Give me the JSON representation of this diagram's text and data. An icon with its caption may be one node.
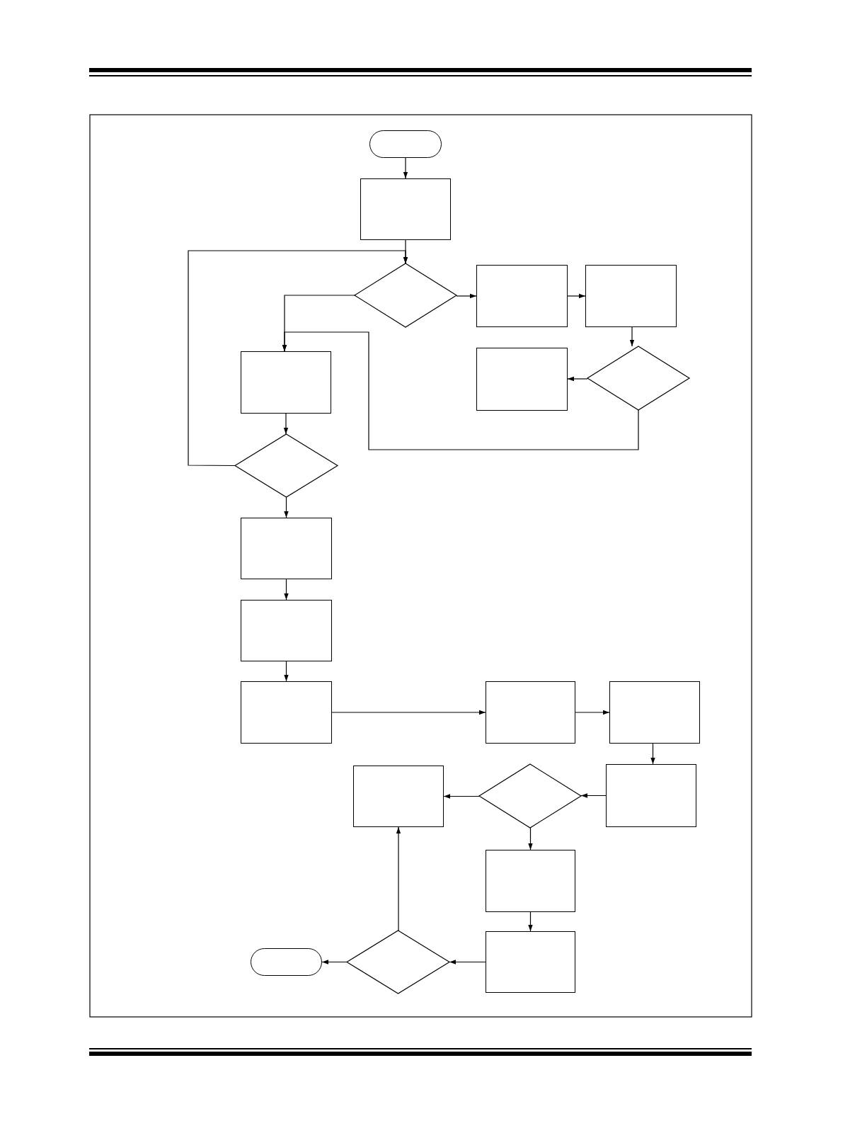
{
  "diagram": {
    "nodes": [
      {
        "text": [],
        "shape": "oval"
      },
      {
        "text": [],
        "shape": "box"
      },
      {
        "text": [],
        "shape": "diamond"
      },
      {
        "text": [],
        "shape": "box"
      },
      {
        "text": [],
        "shape": "box"
      },
      {
        "text": [],
        "shape": "diamond"
      },
      {
        "text": [],
        "shape": "box"
      },
      {
        "text": [],
        "shape": "box"
      },
      {
        "text": [],
        "shape": "diamond"
      },
      {
        "text": [],
        "shape": "box"
      },
      {
        "text": [],
        "shape": "box"
      },
      {
        "text": [],
        "shape": "box"
      },
      {
        "text": [],
        "shape": "box"
      },
      {
        "text": [],
        "shape": "box"
      },
      {
        "text": [],
        "shape": "box"
      },
      {
        "text": [],
        "shape": "diamond"
      },
      {
        "text": [],
        "shape": "box"
      },
      {
        "text": [],
        "shape": "box"
      },
      {
        "text": [],
        "shape": "box"
      },
      {
        "text": [],
        "shape": "diamond"
      },
      {
        "text": [],
        "shape": "oval"
      }
    ],
    "edges": [
      {
        "from": 0,
        "to": 1,
        "arrow": "to"
      },
      {
        "from": 1,
        "to": 2,
        "arrow": "to"
      },
      {
        "from": 2,
        "to": 3,
        "arrow": "to"
      },
      {
        "from": 3,
        "to": 4,
        "arrow": "to"
      },
      {
        "from": 4,
        "to": 5,
        "arrow": "to"
      },
      {
        "from": 5,
        "to": 6,
        "arrow": "to"
      },
      {
        "from": 2,
        "to": 7,
        "arrow": "to"
      },
      {
        "from": 5,
        "to": 7,
        "arrow": "to"
      },
      {
        "from": 7,
        "to": 8,
        "arrow": "to"
      },
      {
        "from": 8,
        "to": 2,
        "arrow": "to"
      },
      {
        "from": 8,
        "to": 9,
        "arrow": "to"
      },
      {
        "from": 9,
        "to": 10,
        "arrow": "to"
      },
      {
        "from": 10,
        "to": 11,
        "arrow": "to"
      },
      {
        "from": 11,
        "to": 12,
        "arrow": "to"
      },
      {
        "from": 12,
        "to": 13,
        "arrow": "to"
      },
      {
        "from": 13,
        "to": 14,
        "arrow": "to"
      },
      {
        "from": 14,
        "to": 15,
        "arrow": "to"
      },
      {
        "from": 15,
        "to": 16,
        "arrow": "to"
      },
      {
        "from": 15,
        "to": 17,
        "arrow": "to"
      },
      {
        "from": 17,
        "to": 18,
        "arrow": "to"
      },
      {
        "from": 18,
        "to": 19,
        "arrow": "to"
      },
      {
        "from": 19,
        "to": 20,
        "arrow": "to"
      },
      {
        "from": 19,
        "to": 16,
        "arrow": "to"
      }
    ]
  }
}
